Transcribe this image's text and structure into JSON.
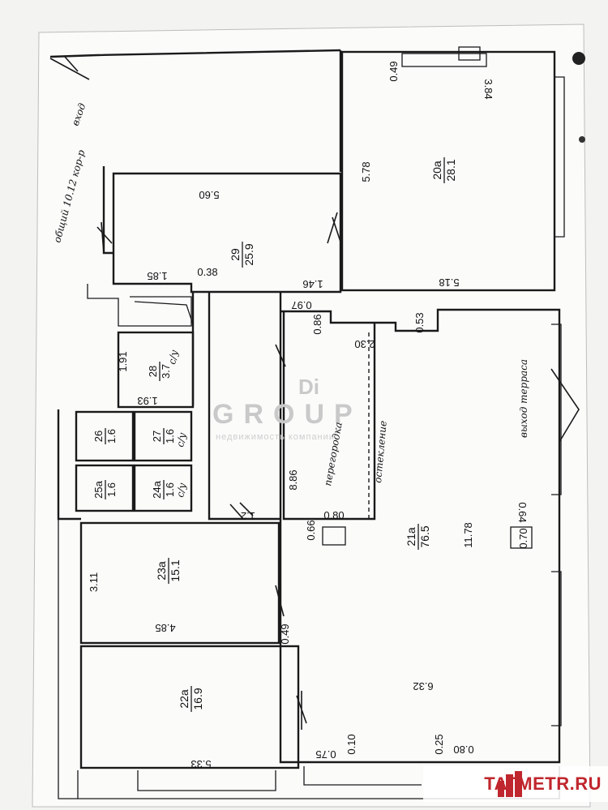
{
  "rooms": {
    "r20": {
      "number": "20a",
      "area": "28.1"
    },
    "r29": {
      "number": "29",
      "area": "25.9"
    },
    "r28": {
      "number": "28",
      "area": "3.7"
    },
    "r26": {
      "number": "26",
      "area": "1.6"
    },
    "r27": {
      "number": "27",
      "area": "1.6"
    },
    "r25": {
      "number": "25a",
      "area": "1.6"
    },
    "r24": {
      "number": "24a",
      "area": "1.6"
    },
    "r23": {
      "number": "23a",
      "area": "15.1"
    },
    "r22": {
      "number": "22a",
      "area": "16.9"
    },
    "r21": {
      "number": "21a",
      "area": "76.5"
    }
  },
  "dimensions": {
    "d1": "0.49",
    "d2": "3.84",
    "d3": "5.78",
    "d4": "5.60",
    "d5": "5.18",
    "d6": "1.85",
    "d7": "0.38",
    "d8": "1.46",
    "d9": "0.97",
    "d10": "0.86",
    "d11": "0.53",
    "d12": "2.30",
    "d13": "1.91",
    "d14": "1.93",
    "d15": "8.86",
    "d16": "0.80",
    "d17": "0.66",
    "d18": "11.78",
    "d19": "0.64",
    "d20": "0.70",
    "d21": "3.11",
    "d22": "4.85",
    "d23": "0.49",
    "d24": "6.32",
    "d25": "5.33",
    "d26": "0.75",
    "d27": "0.10",
    "d28": "0.25",
    "d29": "0.80",
    "d30": "1.2"
  },
  "handwritten": {
    "entrance": "вход",
    "common_corridor": "общий 10.12 кор-р",
    "terrace_exit": "выход терраса",
    "partition": "перегородка",
    "glazing": "остекление",
    "note_28": "с/у",
    "note_27": "с/у",
    "note_24": "с/у"
  },
  "watermark": {
    "brand_top": "Di",
    "brand": "GROUP",
    "tagline": "недвижимость компании"
  },
  "logo": {
    "text": "TATMETR.RU",
    "color": "#c0262d"
  }
}
